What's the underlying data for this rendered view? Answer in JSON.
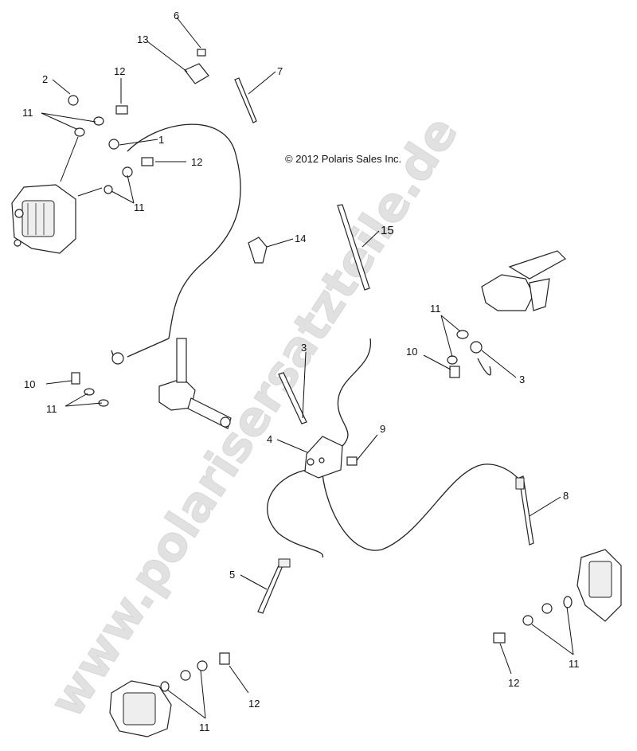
{
  "watermark": "www.polarisersatzteile.de",
  "copyright": "© 2012 Polaris Sales Inc.",
  "callouts": {
    "c1": "1",
    "c2": "2",
    "c3a": "3",
    "c3b": "3",
    "c4": "4",
    "c5": "5",
    "c6": "6",
    "c7": "7",
    "c8": "8",
    "c9": "9",
    "c10a": "10",
    "c10b": "10",
    "c11a": "11",
    "c11b": "11",
    "c11c": "11",
    "c11d": "11",
    "c11e": "11",
    "c11f": "11",
    "c12a": "12",
    "c12b": "12",
    "c12c": "12",
    "c12d": "12",
    "c13": "13",
    "c14": "14",
    "c15": "15"
  }
}
